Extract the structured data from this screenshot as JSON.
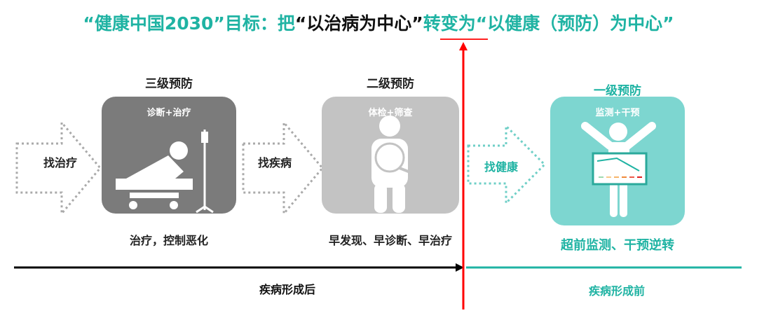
{
  "title": {
    "part1": "“健康中国2030”目标：把",
    "part2": "“以治病为中心”",
    "part3": "转变为“以健康（预防）为中心”"
  },
  "stages": [
    {
      "heading": "三级预防",
      "subtitle": "诊断+治疗",
      "caption": "治疗，控制恶化",
      "arrow_label": "找治疗"
    },
    {
      "heading": "二级预防",
      "subtitle": "体检+筛查",
      "caption": "早发现、早诊断、早治疗",
      "arrow_label": "找疾病"
    },
    {
      "heading": "一级预防",
      "subtitle": "监测+干预",
      "caption": "超前监测、干预逆转",
      "arrow_label": "找健康"
    }
  ],
  "timeline": {
    "after": "疾病形成后",
    "before": "疾病形成前"
  },
  "colors": {
    "teal": "#1fb3a3",
    "tile_teal": "#7dd6d0",
    "tile_dark": "#7b7b7b",
    "tile_light": "#c3c3c3",
    "red": "#ff0000"
  }
}
